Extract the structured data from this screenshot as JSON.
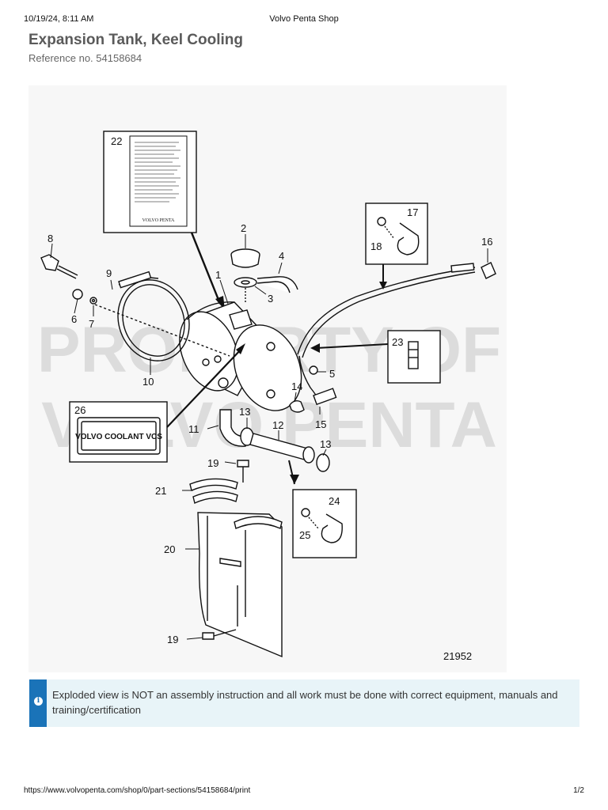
{
  "print_header": {
    "datetime": "10/19/24, 8:11 AM",
    "site_title": "Volvo Penta Shop"
  },
  "page": {
    "title": "Expansion Tank, Keel Cooling",
    "reference": "Reference no. 54158684"
  },
  "diagram": {
    "watermark_line1": "PROPERTY OF",
    "watermark_line2": "VOLVO PENTA",
    "drawing_number": "21952",
    "label_26_text": "VOLVO COOLANT VCS",
    "label_22_logo_text": "VOLVO PENTA",
    "callouts": {
      "c1": "1",
      "c2": "2",
      "c3": "3",
      "c4": "4",
      "c5": "5",
      "c6": "6",
      "c7": "7",
      "c8": "8",
      "c9": "9",
      "c10": "10",
      "c11": "11",
      "c12": "12",
      "c13": "13",
      "c14": "14",
      "c15": "15",
      "c16": "16",
      "c17": "17",
      "c18": "18",
      "c19": "19",
      "c20": "20",
      "c21": "21",
      "c22": "22",
      "c23": "23",
      "c24": "24",
      "c25": "25",
      "c26": "26"
    }
  },
  "notice": {
    "icon": "info-icon",
    "text": "Exploded view is NOT an assembly instruction and all work must be done with correct equipment, manuals and training/certification",
    "accent_color": "#1a73b8",
    "background_color": "#e8f4f8"
  },
  "print_footer": {
    "url": "https://www.volvopenta.com/shop/0/part-sections/54158684/print",
    "page_count": "1/2"
  }
}
